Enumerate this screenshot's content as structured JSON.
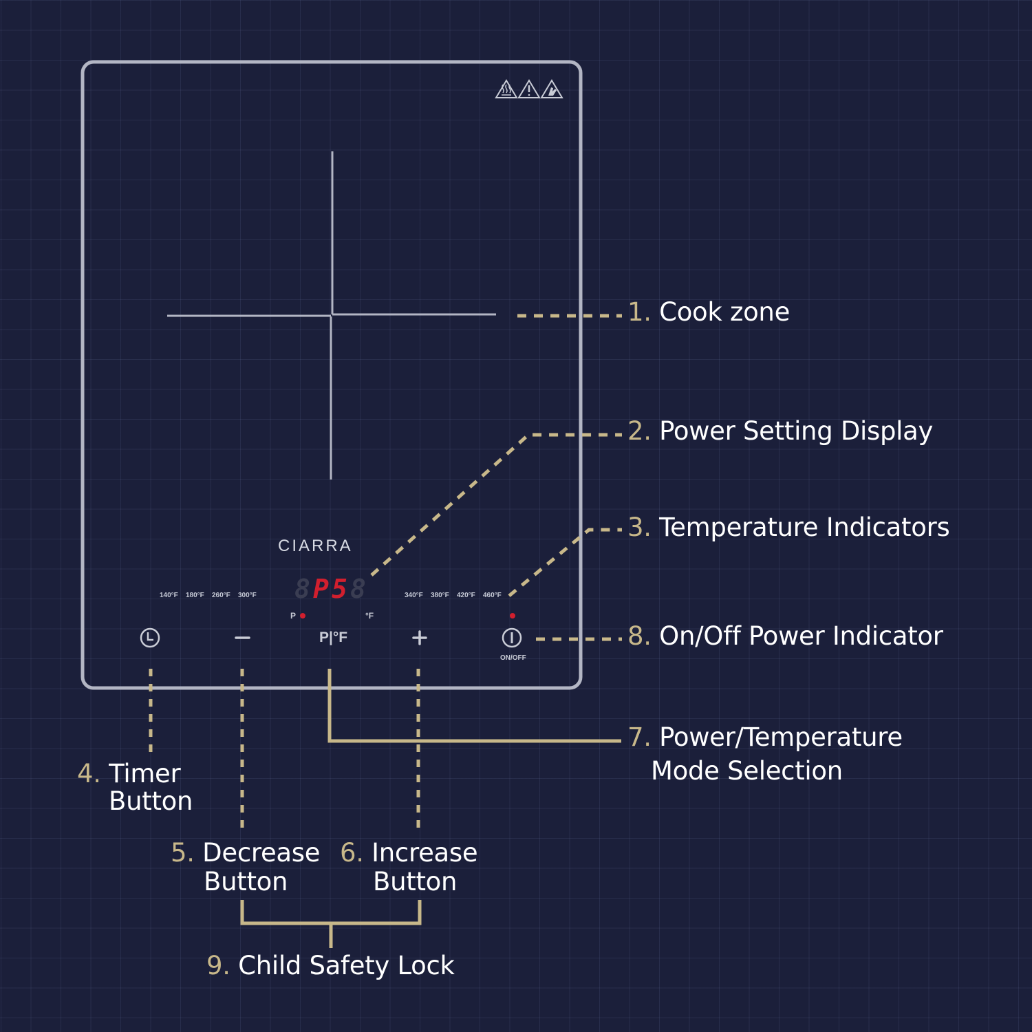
{
  "device": {
    "brand": "CIARRA",
    "display": {
      "dim_left": "8",
      "lit_1": "P",
      "lit_2": "5",
      "dim_right": "8"
    },
    "display_colors": {
      "lit": "#d11f2e",
      "dim": "#3a3d52"
    },
    "mode_labels": {
      "power": "P",
      "fahrenheit": "°F"
    },
    "temps_left": [
      "140°F",
      "180°F",
      "260°F",
      "300°F"
    ],
    "temps_right": [
      "340°F",
      "380°F",
      "420°F",
      "460°F"
    ],
    "warning_icons": [
      "hot-surface-warning-icon",
      "caution-warning-icon",
      "hand-burn-warning-icon"
    ],
    "controls": {
      "timer": {
        "icon": "clock-icon"
      },
      "decrease": {
        "glyph": "−"
      },
      "mode": {
        "glyph": "P|°F"
      },
      "increase": {
        "glyph": "+"
      },
      "power": {
        "icon": "power-icon",
        "caption": "ON/OFF"
      }
    }
  },
  "callouts": [
    {
      "num": "1.",
      "text": "Cook zone"
    },
    {
      "num": "2.",
      "text": "Power Setting Display"
    },
    {
      "num": "3.",
      "text": "Temperature Indicators"
    },
    {
      "num": "4.",
      "line1": "Timer",
      "line2": "Button"
    },
    {
      "num": "5.",
      "line1": "Decrease",
      "line2": "Button"
    },
    {
      "num": "6.",
      "line1": "Increase",
      "line2": "Button"
    },
    {
      "num": "7.",
      "line1": "Power/Temperature",
      "line2": "Mode Selection"
    },
    {
      "num": "8.",
      "text": "On/Off Power Indicator"
    },
    {
      "num": "9.",
      "text": "Child Safety Lock"
    }
  ],
  "colors": {
    "background": "#1b1f3a",
    "accent_gold": "#c8b88a",
    "outline": "#b3b6c4",
    "text": "#ffffff",
    "indicator_red": "#d11f2e"
  }
}
